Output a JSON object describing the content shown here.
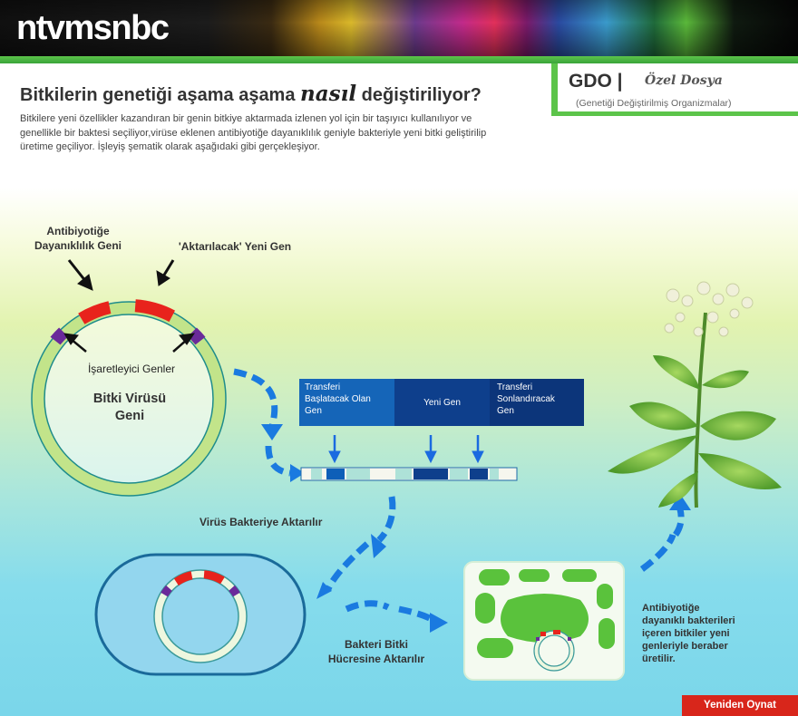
{
  "brand": {
    "logo": "ntvmsnbc"
  },
  "badge": {
    "gdo": "GDO |",
    "ozel": "Özel Dosya",
    "subtitle": "(Genetiği Değiştirilmiş Organizmalar)"
  },
  "heading": {
    "before": "Bitkilerin genetiği aşama aşama ",
    "emphasis": "nasıl",
    "after": " değiştiriliyor?"
  },
  "intro": "Bitkilere yeni özellikler kazandıran bir genin bitkiye aktarmada izlenen yol için bir taşıyıcı kullanılıyor ve genellikle bir baktesi seçiliyor,virüse eklenen antibiyotiğe dayanıklılık geniyle bakteriyle yeni bitki geliştirilip üretime geçiliyor. İşleyiş şematik olarak aşağıdaki gibi gerçekleşiyor.",
  "diagram": {
    "antibiotic_gene_line1": "Antibiyotiğe",
    "antibiotic_gene_line2": "Dayanıklılık Geni",
    "new_gene": "'Aktarılacak' Yeni Gen",
    "marker_genes": "İşaretleyici Genler",
    "plant_virus_line1": "Bitki Virüsü",
    "plant_virus_line2": "Geni",
    "transfer_start_line1": "Transferi",
    "transfer_start_line2": "Başlatacak Olan",
    "transfer_start_line3": "Gen",
    "new_gen_box": "Yeni Gen",
    "transfer_end_line1": "Transferi",
    "transfer_end_line2": "Sonlandıracak",
    "transfer_end_line3": "Gen",
    "virus_to_bacteria": "Virüs Bakteriye Aktarılır",
    "bacteria_to_cell_line1": "Bakteri Bitki",
    "bacteria_to_cell_line2": "Hücresine Aktarılır",
    "result_line1": "Antibiyotiğe",
    "result_line2": "dayanıklı bakterileri",
    "result_line3": "içeren bitkiler yeni",
    "result_line4": "genleriyle beraber",
    "result_line5": "üretilir."
  },
  "controls": {
    "replay": "Yeniden Oynat"
  },
  "colors": {
    "gene_red": "#e8231c",
    "marker_purple": "#6a2a9a",
    "ring_green": "#b8e07a",
    "arrow_blue": "#1a7ae0",
    "accent_green": "#5cc44a",
    "button_red": "#d8261b"
  }
}
